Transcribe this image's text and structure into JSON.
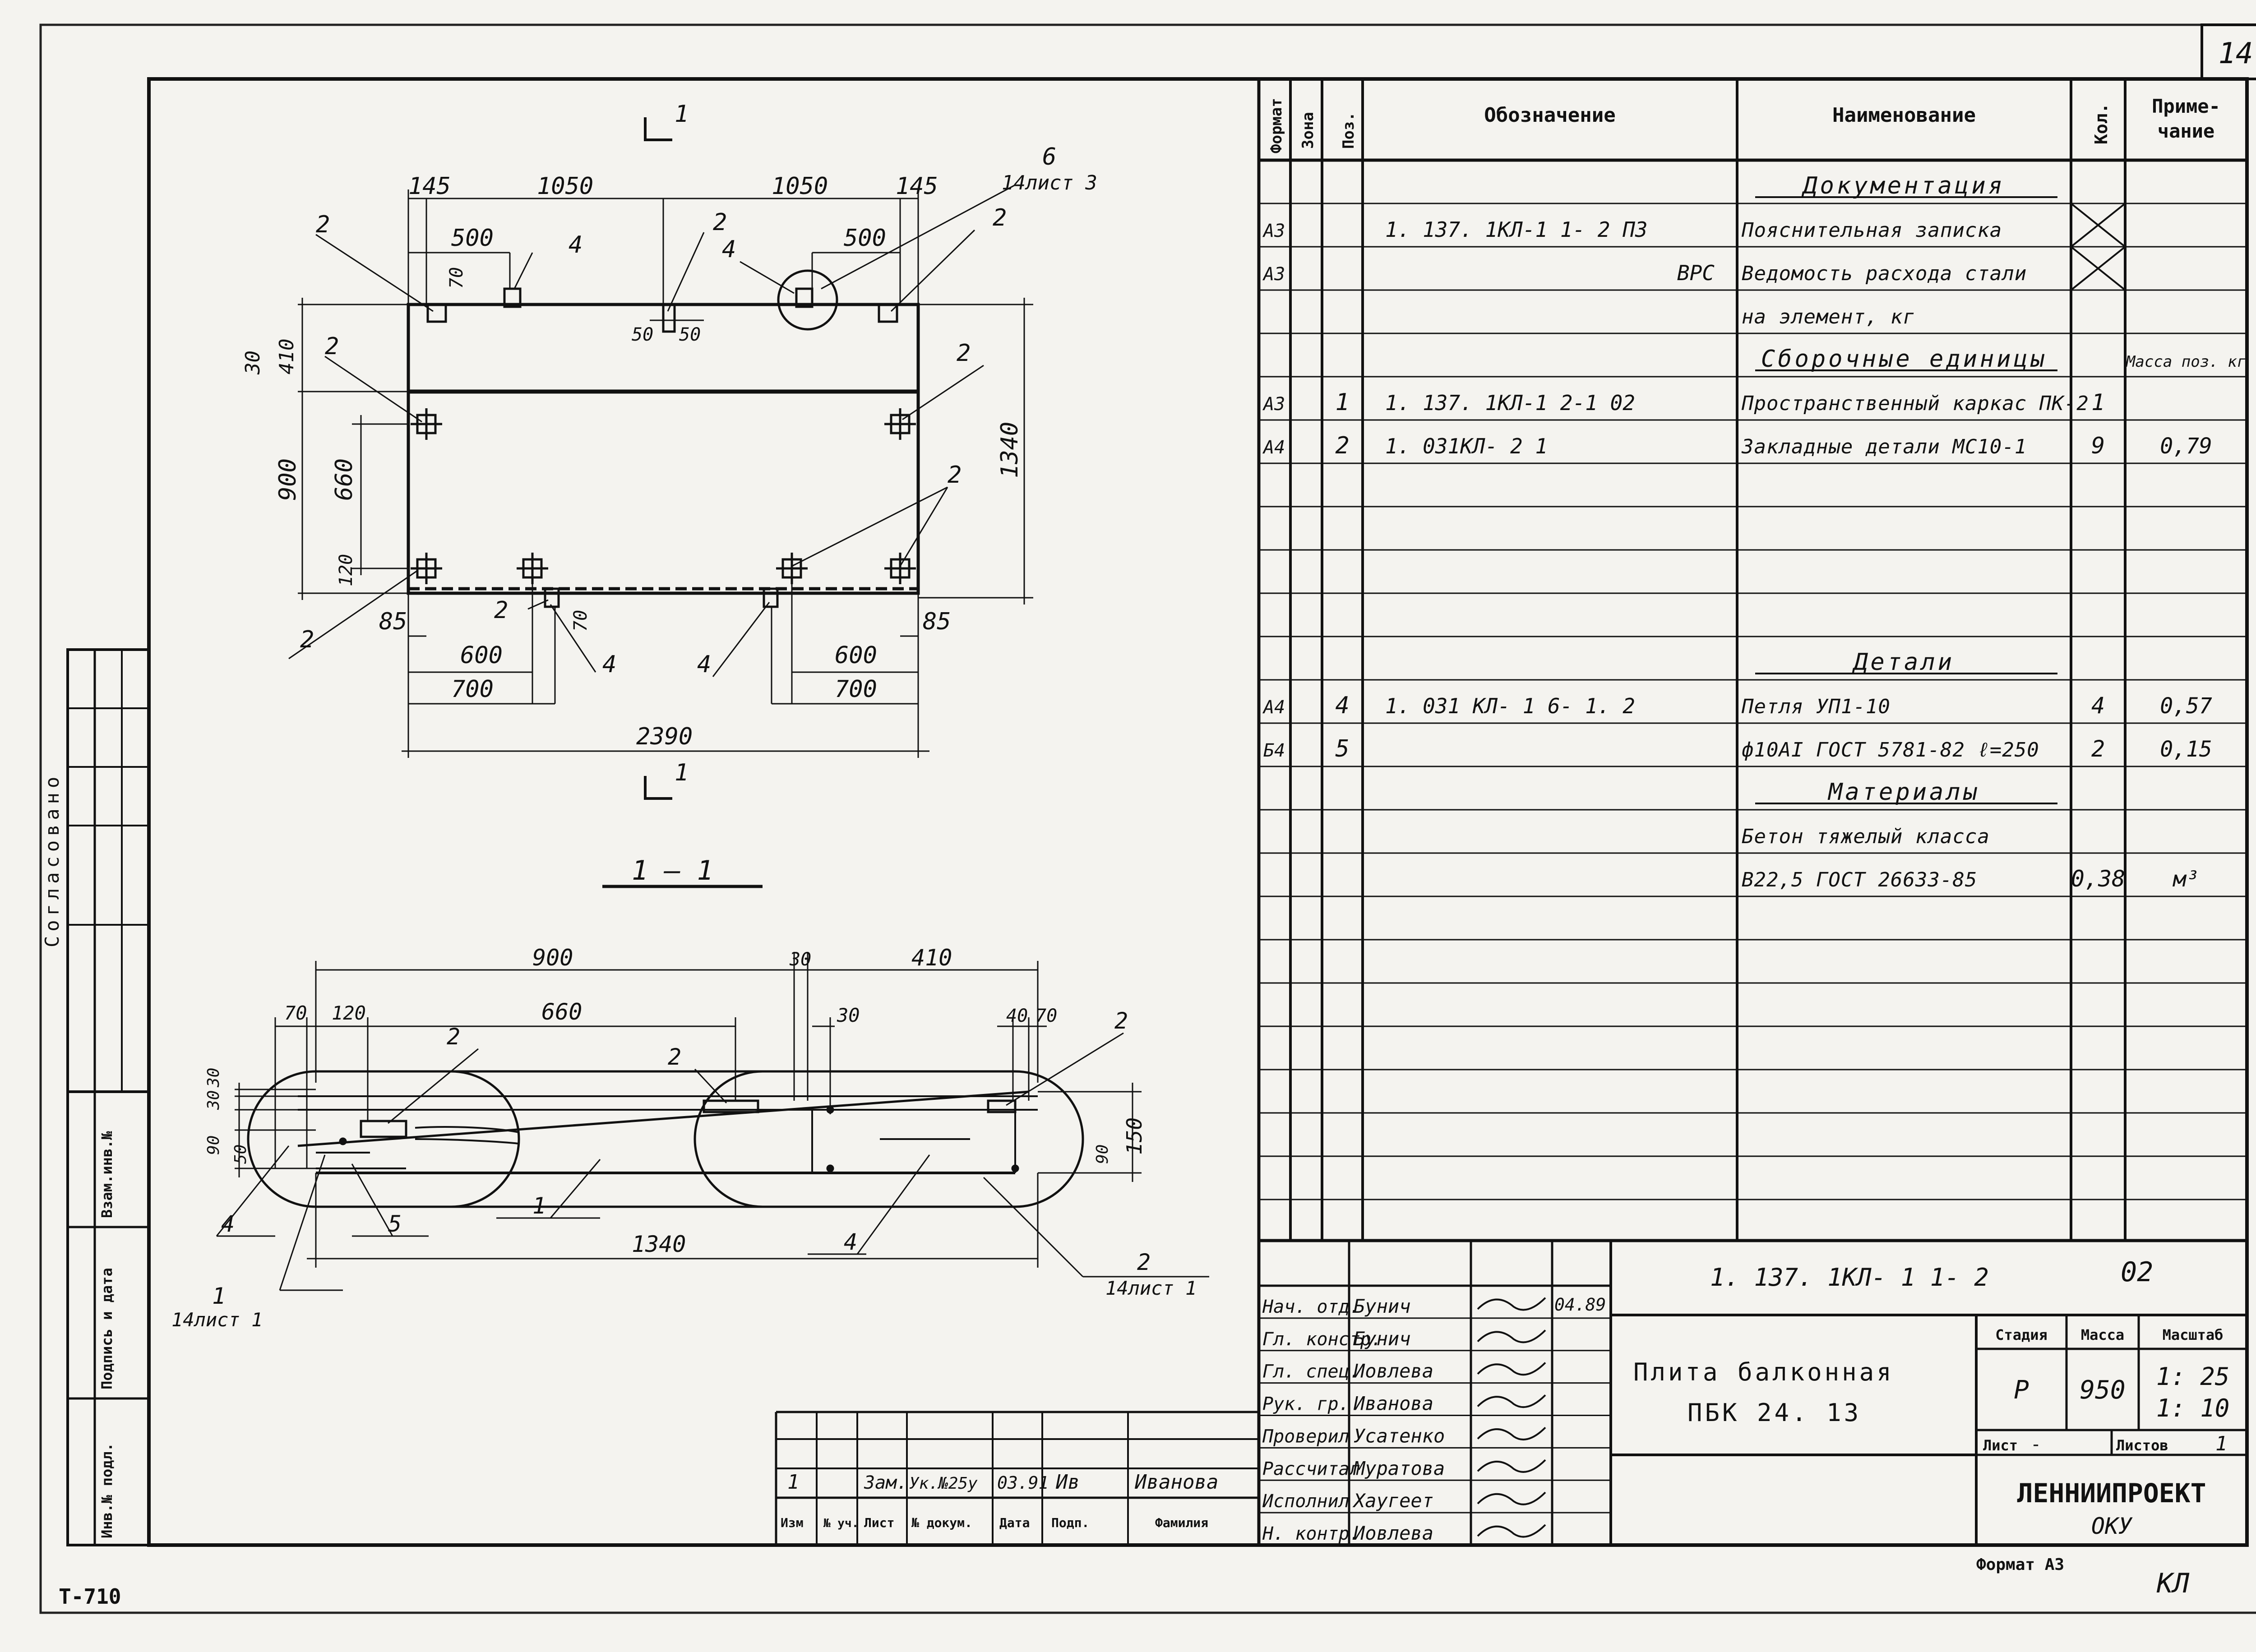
{
  "sheet_number": "14",
  "left_stamp": {
    "agreed": "Согласовано",
    "inv_replace": "Взам.инв.№",
    "sign_date": "Подпись и дата",
    "inv_orig": "Инв.№ подл."
  },
  "bottom_left_code": "Т-710",
  "format_label": "Формат А3",
  "initials": "КЛ",
  "plan": {
    "section_mark": "1",
    "dims": {
      "d145a": "145",
      "d1050a": "1050",
      "d1050b": "1050",
      "d145b": "145",
      "d500a": "500",
      "d500b": "500",
      "d70": "70",
      "d30": "30",
      "d410": "410",
      "d900": "900",
      "d660": "660",
      "d120": "120",
      "d1340": "1340",
      "d50a": "50",
      "d50b": "50",
      "d85a": "85",
      "d85b": "85",
      "d600a": "600",
      "d600b": "600",
      "d700a": "700",
      "d700b": "700",
      "d70b": "70",
      "d2390": "2390"
    },
    "leaders": {
      "p2": "2",
      "p4": "4",
      "p6": "6",
      "sheet3": "14лист 3"
    }
  },
  "section": {
    "title": "1 — 1",
    "dims": {
      "d900": "900",
      "d30": "30",
      "d410": "410",
      "d70a": "70",
      "d120": "120",
      "d660": "660",
      "d30b": "30",
      "d40": "40",
      "d70b": "70",
      "d30c": "30",
      "d30d": "30",
      "d90": "90",
      "d50": "50",
      "d90b": "90",
      "d150": "150",
      "d1340": "1340"
    },
    "leaders": {
      "p1": "1",
      "p2": "2",
      "p4": "4",
      "p5": "5",
      "sheet1a": "14лист 1",
      "sheet1b": "14лист 1"
    }
  },
  "spec": {
    "headers": {
      "format": "Формат",
      "zone": "Зона",
      "pos": "Поз.",
      "designation": "Обозначение",
      "name": "Наименование",
      "qty": "Кол.",
      "note": "Приме-\nчание"
    },
    "rows": [
      {
        "format": "",
        "pos": "",
        "designation": "",
        "name": "Документация",
        "qty": "",
        "note": "",
        "heading": true
      },
      {
        "format": "А3",
        "pos": "",
        "designation": "1. 137. 1КЛ-1  1- 2       ПЗ",
        "name": "Пояснительная записка",
        "qty": "X",
        "note": ""
      },
      {
        "format": "А3",
        "pos": "",
        "designation": "ВРС",
        "name": "Ведомость расхода стали",
        "qty": "X",
        "note": ""
      },
      {
        "format": "",
        "pos": "",
        "designation": "",
        "name": "на элемент, кг",
        "qty": "",
        "note": ""
      },
      {
        "format": "",
        "pos": "",
        "designation": "",
        "name": "Сборочные единицы",
        "qty": "",
        "note": "Масса поз. кг",
        "heading": true
      },
      {
        "format": "А3",
        "pos": "1",
        "designation": "1. 137. 1КЛ-1  2-1    02",
        "name": "Пространственный каркас ПК-2",
        "qty": "1",
        "note": ""
      },
      {
        "format": "А4",
        "pos": "2",
        "designation": "1. 031КЛ- 2    1",
        "name": "Закладные детали МС10-1",
        "qty": "9",
        "note": "0,79"
      },
      {
        "format": "",
        "pos": "",
        "designation": "",
        "name": "",
        "qty": "",
        "note": ""
      },
      {
        "format": "",
        "pos": "",
        "designation": "",
        "name": "",
        "qty": "",
        "note": ""
      },
      {
        "format": "",
        "pos": "",
        "designation": "",
        "name": "",
        "qty": "",
        "note": ""
      },
      {
        "format": "",
        "pos": "",
        "designation": "",
        "name": "",
        "qty": "",
        "note": ""
      },
      {
        "format": "",
        "pos": "",
        "designation": "",
        "name": "Детали",
        "qty": "",
        "note": "",
        "heading": true
      },
      {
        "format": "А4",
        "pos": "4",
        "designation": "1. 031 КЛ- 1    6- 1. 2",
        "name": "Петля        УП1-10",
        "qty": "4",
        "note": "0,57"
      },
      {
        "format": "Б4",
        "pos": "5",
        "designation": "",
        "name": "ф10АI ГОСТ 5781-82  ℓ=250",
        "qty": "2",
        "note": "0,15"
      },
      {
        "format": "",
        "pos": "",
        "designation": "",
        "name": "Материалы",
        "qty": "",
        "note": "",
        "heading": true
      },
      {
        "format": "",
        "pos": "",
        "designation": "",
        "name": "Бетон тяжелый класса",
        "qty": "",
        "note": ""
      },
      {
        "format": "",
        "pos": "",
        "designation": "",
        "name": "В22,5  ГОСТ 26633-85",
        "qty": "0,38",
        "note": "м³"
      }
    ]
  },
  "title_block": {
    "doc_code": "1. 137. 1КЛ- 1       1- 2",
    "doc_rev": "02",
    "title_line1": "Плита   балконная",
    "title_line2": "ПБК  24. 13",
    "stage_h": "Стадия",
    "mass_h": "Масса",
    "scale_h": "Масштаб",
    "stage": "Р",
    "mass": "950",
    "scale1": "1: 25",
    "scale2": "1: 10",
    "sheet_h": "Лист",
    "sheet_v": "-",
    "sheets_h": "Листов",
    "sheets_v": "1",
    "org": "ЛЕННИИПРОЕКТ",
    "dept": "ОКУ",
    "date": "04.89",
    "roles": [
      {
        "role": "Нач. отд.",
        "name": "Бунич"
      },
      {
        "role": "Гл. констр.",
        "name": "Бунич"
      },
      {
        "role": "Гл. спец.",
        "name": "Иовлева"
      },
      {
        "role": "Рук. гр.",
        "name": "Иванова"
      },
      {
        "role": "Проверил",
        "name": "Усатенко"
      },
      {
        "role": "Рассчитал",
        "name": "Муратова"
      },
      {
        "role": "Исполнил",
        "name": "Хаугеет"
      },
      {
        "role": "Н. контр.",
        "name": "Иовлева"
      }
    ],
    "change": {
      "num": "1",
      "code": "Зам.",
      "doc": "Ук.№25у",
      "date": "03.91",
      "sign": "Ив",
      "name": "Иванова"
    },
    "change_headers": {
      "izm": "Изм",
      "uch": "№ уч.",
      "list": "Лист",
      "doc": "№ докум.",
      "date": "Дата",
      "sign": "Подп.",
      "fam": "Фамилия"
    }
  }
}
